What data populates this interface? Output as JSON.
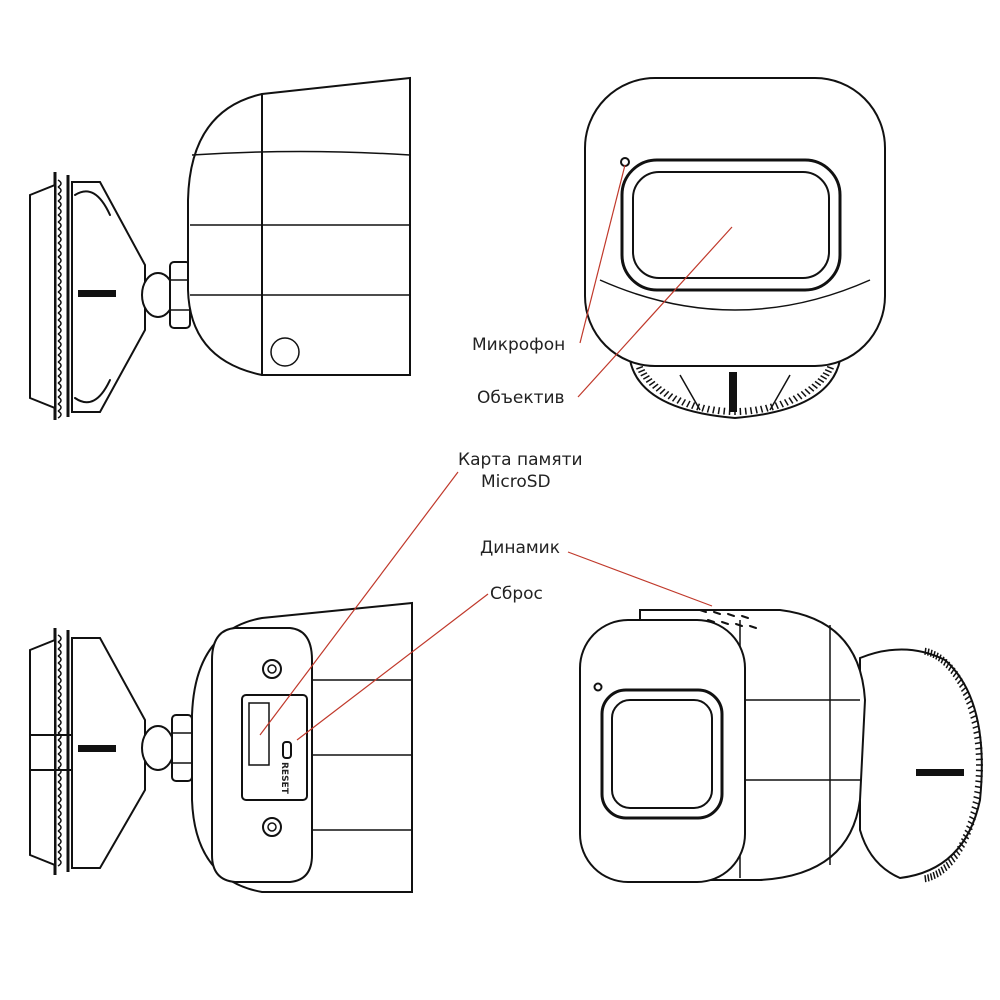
{
  "labels": {
    "microphone": "Микрофон",
    "lens": "Объектив",
    "microsd_line1": "Карта памяти",
    "microsd_line2": "MicroSD",
    "speaker": "Динамик",
    "reset": "Сброс",
    "reset_print": "RESET"
  },
  "colors": {
    "leader_line": "#c0392b",
    "outline": "#111111",
    "background": "#ffffff"
  }
}
